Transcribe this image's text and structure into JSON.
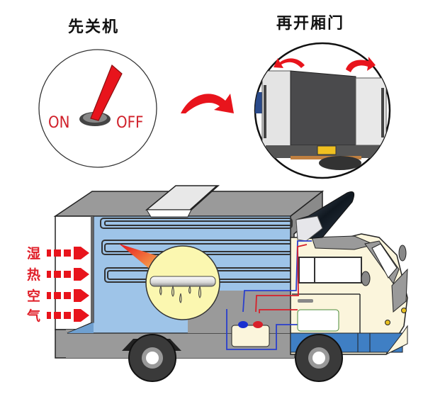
{
  "steps": [
    {
      "title": "先关机",
      "switch_labels": {
        "on": "ON",
        "off": "OFF"
      }
    },
    {
      "title": "再开厢门"
    }
  ],
  "side_label": [
    "湿",
    "热",
    "空",
    "气"
  ],
  "colors": {
    "accent_red": "#e8141c",
    "box_blue": "#9ec4e8",
    "truck_gray": "#9a9a9a",
    "cab_cream": "#fbf5dc",
    "bubble_yellow": "#fbf7b0",
    "chassis_blue": "#3f7fc4"
  }
}
